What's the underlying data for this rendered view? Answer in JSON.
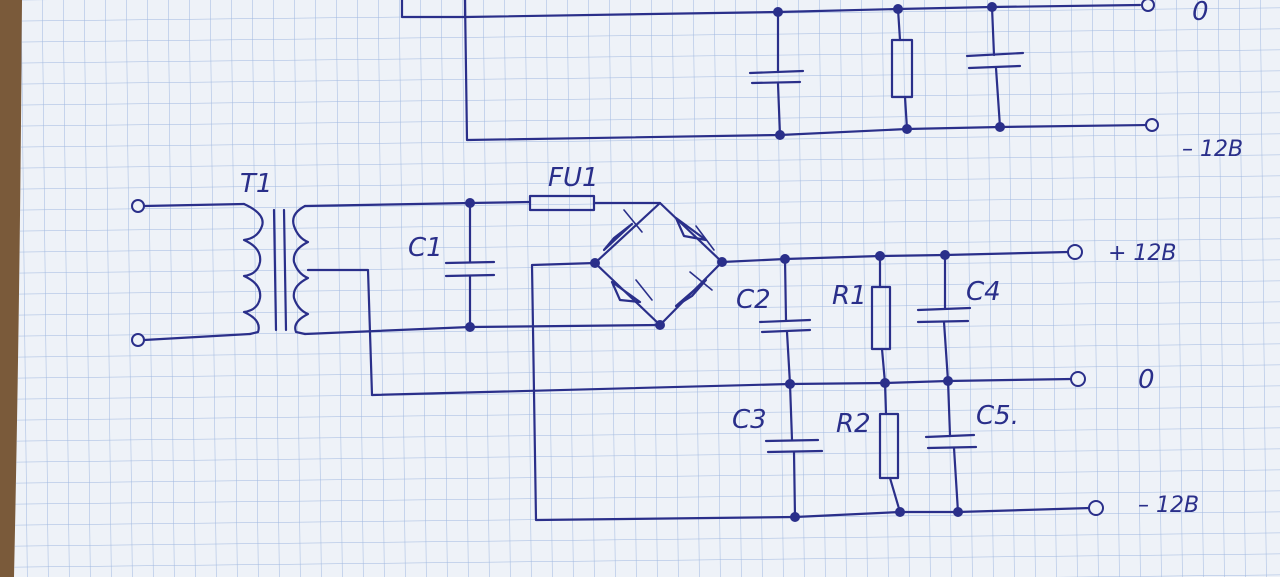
{
  "labels": {
    "t1": "T1",
    "fu1": "FU1",
    "c1": "C1",
    "c2": "C2",
    "c3": "C3",
    "c4": "C4",
    "c5": "C5.",
    "r1": "R1",
    "r2": "R2",
    "plus12": "+ 12B",
    "zero": "0",
    "minus12": "– 12B",
    "top_zero": "0",
    "top_minus12": "– 12B"
  },
  "colors": {
    "paper": "#eef2f8",
    "grid": "#9fb7df",
    "ink": "#2a2f8a",
    "table": "#7a5a3a"
  }
}
